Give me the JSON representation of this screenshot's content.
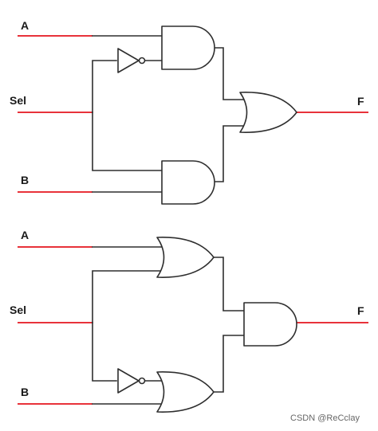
{
  "top_circuit": {
    "input_a": "A",
    "input_sel": "Sel",
    "input_b": "B",
    "output_f": "F"
  },
  "bottom_circuit": {
    "input_a": "A",
    "input_sel": "Sel",
    "input_b": "B",
    "output_f": "F"
  },
  "watermark": "CSDN @ReCclay",
  "colors": {
    "io_wire": "#e8323a",
    "wire": "#2e2e2e",
    "text": "#1a1a1a"
  }
}
